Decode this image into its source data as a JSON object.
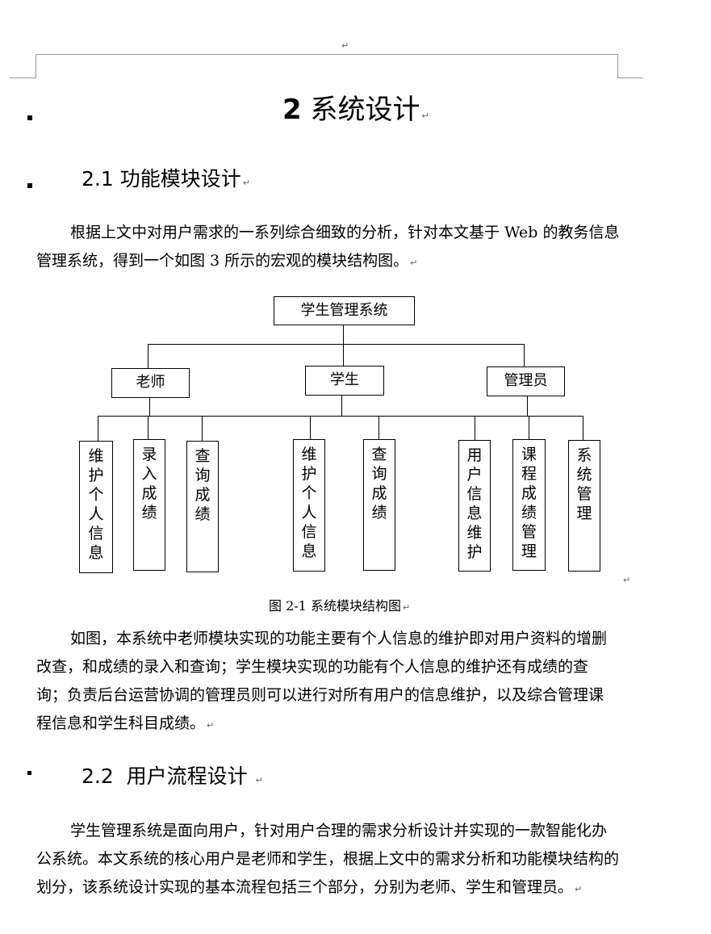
{
  "chapter": {
    "number": "2",
    "title": "系统设计"
  },
  "section1": {
    "number": "2.1",
    "title": "功能模块设计"
  },
  "para1": "根据上文中对用户需求的一系列综合细致的分析，针对本文基于 Web 的教务信息管理系统，得到一个如图 3 所示的宏观的模块结构图。",
  "diagram": {
    "root": "学生管理系统",
    "roles": [
      "老师",
      "学生",
      "管理员"
    ],
    "teacher_items": [
      "维护个人信息",
      "录入成绩",
      "查询成绩"
    ],
    "student_items": [
      "维护个人信息",
      "查询成绩"
    ],
    "admin_items": [
      "用户信息维护",
      "课程成绩管理",
      "系统管理"
    ]
  },
  "caption": "图 2-1 系统模块结构图",
  "para2": "如图，本系统中老师模块实现的功能主要有个人信息的维护即对用户资料的增删改查，和成绩的录入和查询；学生模块实现的功能有个人信息的维护还有成绩的查询；负责后台运营协调的管理员则可以进行对所有用户的信息维护，以及综合管理课程信息和学生科目成绩。",
  "section2": {
    "number": "2.2",
    "title": "用户流程设计"
  },
  "para3": "学生管理系统是面向用户，针对用户合理的需求分析设计并实现的一款智能化办公系统。本文系统的核心用户是老师和学生，根据上文中的需求分析和功能模块结构的划分，该系统设计实现的基本流程包括三个部分，分别为老师、学生和管理员。"
}
